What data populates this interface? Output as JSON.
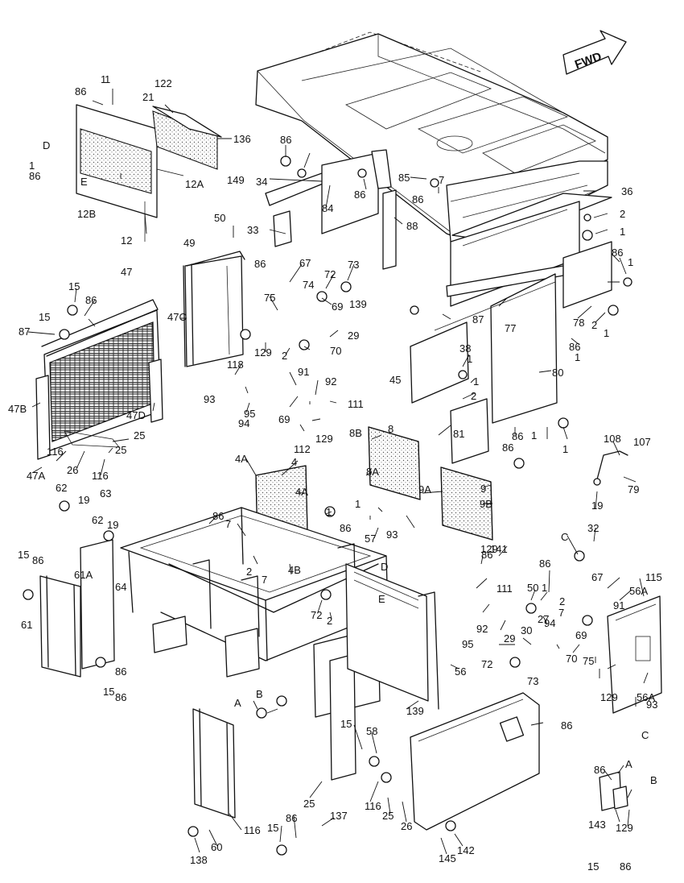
{
  "arrow": {
    "text": "FWD"
  },
  "labels": [
    "1",
    "86",
    "122",
    "21",
    "136",
    "149",
    "12A",
    "12B",
    "12",
    "D",
    "E",
    "86",
    "1",
    "1",
    "86",
    "34",
    "84",
    "86",
    "85",
    "7",
    "86",
    "88",
    "36",
    "2",
    "1",
    "86",
    "1",
    "33",
    "86",
    "50",
    "49",
    "67",
    "72",
    "73",
    "74",
    "75",
    "139",
    "69",
    "29",
    "70",
    "47C",
    "129",
    "2",
    "118",
    "91",
    "92",
    "111",
    "93",
    "95",
    "94",
    "69",
    "129",
    "112",
    "47",
    "15",
    "86",
    "15",
    "87",
    "47B",
    "47D",
    "25",
    "116",
    "26",
    "116",
    "25",
    "47A",
    "62",
    "19",
    "63",
    "62",
    "19",
    "64",
    "15",
    "86",
    "61A",
    "61",
    "15",
    "86",
    "86",
    "87",
    "77",
    "78",
    "2",
    "1",
    "86",
    "1",
    "45",
    "38",
    "1",
    "1",
    "2",
    "80",
    "81",
    "86",
    "1",
    "86",
    "1",
    "8B",
    "8",
    "8A",
    "9A",
    "9",
    "9B",
    "1",
    "57",
    "93",
    "4A",
    "4",
    "4A",
    "86",
    "1",
    "86",
    "7",
    "2",
    "7",
    "4B",
    "72",
    "2",
    "D",
    "E",
    "108",
    "107",
    "79",
    "19",
    "C",
    "32",
    "86",
    "67",
    "115",
    "56A",
    "50",
    "1",
    "2",
    "7",
    "86",
    "129",
    "141",
    "111",
    "92",
    "95",
    "94",
    "27",
    "30",
    "29",
    "72",
    "73",
    "70",
    "75",
    "91",
    "69",
    "129",
    "93",
    "56A",
    "C",
    "56",
    "139",
    "B",
    "A",
    "86",
    "15",
    "58",
    "116",
    "25",
    "26",
    "25",
    "116",
    "138",
    "60",
    "15",
    "86",
    "137",
    "86",
    "A",
    "B",
    "143",
    "129",
    "142",
    "145",
    "15",
    "86"
  ]
}
